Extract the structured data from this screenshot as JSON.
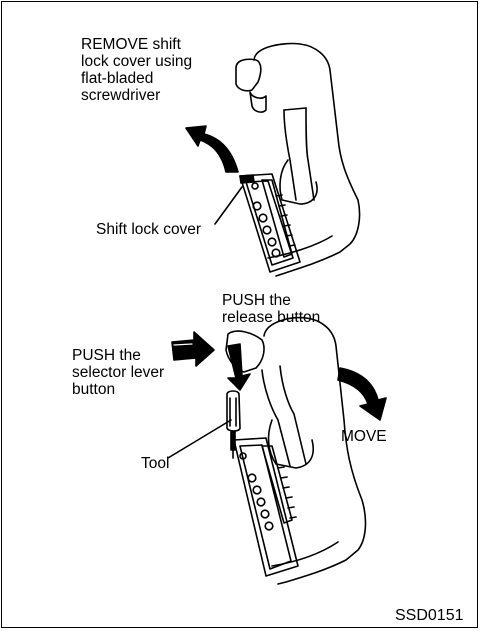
{
  "labels": {
    "remove": "REMOVE shift\nlock cover using\nflat-bladed\nscrewdriver",
    "shift_lock_cover": "Shift lock cover",
    "push_release": "PUSH the\nrelease button",
    "push_selector": "PUSH the\nselector lever\nbutton",
    "move": "MOVE",
    "tool": "Tool",
    "figure_code": "SSD0151"
  },
  "colors": {
    "ink": "#000000",
    "paper": "#ffffff"
  },
  "icons": [
    "curved-arrow-icon",
    "push-arrow-icon",
    "screwdriver-icon",
    "shift-lever-icon"
  ]
}
